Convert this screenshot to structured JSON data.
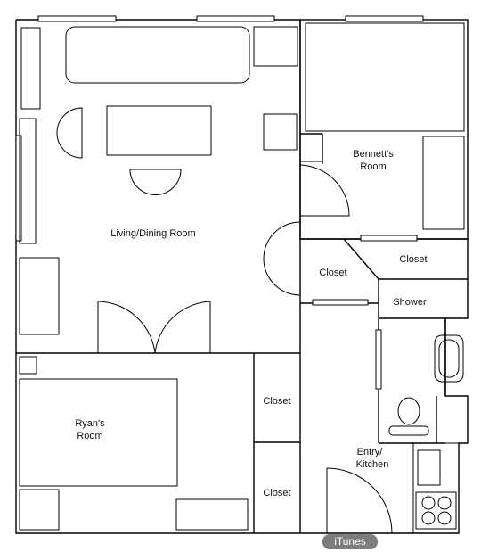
{
  "rooms": {
    "living": "Living/Dining Room",
    "bennett_1": "Bennett's",
    "bennett_2": "Room",
    "ryan_1": "Ryan's",
    "ryan_2": "Room",
    "closet_left": "Closet",
    "closet_right": "Closet",
    "closet_ryan_top": "Closet",
    "closet_ryan_bottom": "Closet",
    "shower": "Shower",
    "entry_1": "Entry/",
    "entry_2": "Kitchen"
  },
  "watermark": "iTunes"
}
